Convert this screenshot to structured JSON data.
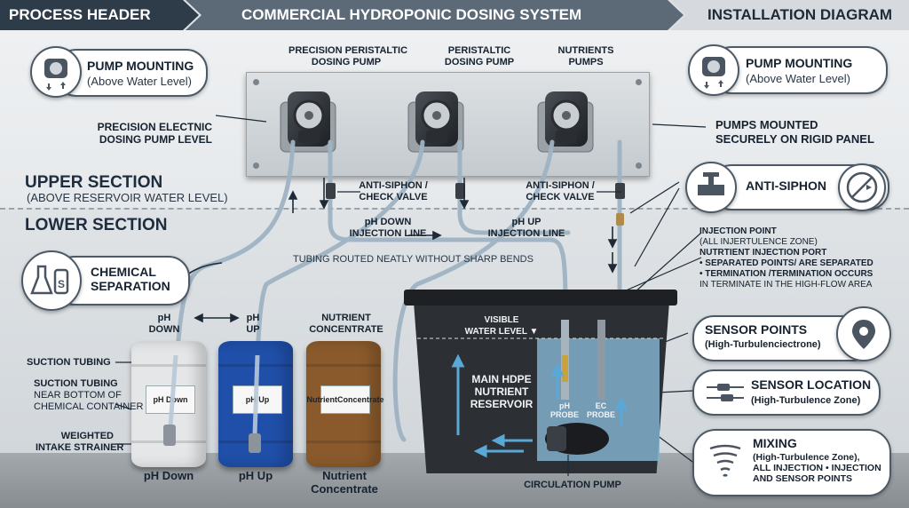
{
  "header": {
    "process": "PROCESS HEADER",
    "title": "COMMERCIAL HYDROPONIC DOSING SYSTEM",
    "install": "INSTALLATION DIAGRAM",
    "colors": {
      "dark": "#2e3b48",
      "mid": "#5c6a78",
      "light": "#d6dade"
    }
  },
  "sections": {
    "upper_title": "UPPER SECTION",
    "upper_sub": "(ABOVE RESERVOIR WATER LEVEL)",
    "lower_title": "LOWER SECTION"
  },
  "callouts": {
    "pump_mount_left": {
      "title": "PUMP MOUNTING",
      "sub": "(Above Water Level)",
      "icon": "pump-icon"
    },
    "pump_mount_right": {
      "title": "PUMP MOUNTING",
      "sub": "(Above Water Level)",
      "icon": "pump-icon"
    },
    "chemical_separation": {
      "line1": "CHEMICAL",
      "line2": "SEPARATION",
      "icon": "flask-icon"
    },
    "anti_siphon": {
      "title": "ANTI-SIPHON",
      "icon": "no-siphon-icon"
    },
    "sensor_points": {
      "title": "SENSOR POINTS",
      "sub": "(High-Turbulenciectrone)",
      "icon": "location-pin-icon"
    },
    "sensor_location": {
      "title": "SENSOR LOCATION",
      "sub": "(High-Turbulence Zone)",
      "icon": "probe-icon"
    },
    "mixing": {
      "title": "MIXING",
      "line1": "(High-Turbulence Zone),",
      "line2": "ALL INJECTION • INJECTION",
      "line3": "AND SENSOR POINTS",
      "icon": "tornado-icon"
    }
  },
  "pumps": {
    "label1_line1": "PRECISION PERISTALTIC",
    "label1_line2": "DOSING PUMP",
    "label2_line1": "PERISTALTIC",
    "label2_line2": "DOSING PUMP",
    "label3_line1": "NUTRIENTS",
    "label3_line2": "PUMPS",
    "level_line1": "PRECISION ELECTNIC",
    "level_line2": "DOSING PUMP LEVEL",
    "mounted_line1": "PUMPS MOUNTED",
    "mounted_line2": "SECURELY ON RIGID PANEL"
  },
  "lines": {
    "check1_line1": "ANTI-SIPHON /",
    "check1_line2": "CHECK VALVE",
    "check2_line1": "ANTI-SIPHON /",
    "check2_line2": "CHECK VALVE",
    "ph_down_line1": "pH DOWN",
    "ph_down_line2": "INJECTION LINE",
    "ph_up_line1": "pH UP",
    "ph_up_line2": "INJECTION LINE",
    "routing": "TUBING ROUTED NEATLY WITHOUT SHARP BENDS"
  },
  "injection": {
    "line1": "INJECTION POINT",
    "line2": "(ALL INJERTULENCE ZONE)",
    "line3": "NUTRTIENT INJECTION PORT",
    "line4": "• SEPARATED POINTS/ ARE SEPARATED",
    "line5": "• TERMINATION /TERMINATION OCCURS",
    "line6": "IN TERMINATE IN THE HIGH-FLOW AREA"
  },
  "containers": {
    "ph_down_top1": "pH",
    "ph_down_top2": "DOWN",
    "ph_up_top1": "pH",
    "ph_up_top2": "UP",
    "nutrient_top1": "NUTRIENT",
    "nutrient_top2": "CONCENTRATE",
    "ph_down_label": "pH Down",
    "ph_up_label": "pH Up",
    "nutrient_label1": "Nutrient",
    "nutrient_label2": "Concentrate",
    "ph_down_name": "pH Down",
    "ph_up_name": "pH Up",
    "nutrient_name1": "Nutrient",
    "nutrient_name2": "Concentrate",
    "colors": {
      "ph_down": "#e4e6e8",
      "ph_up": "#1f4fa8",
      "nutrient": "#8a5a2c"
    }
  },
  "left_labels": {
    "suction": "SUCTION TUBING",
    "suction2_line1": "SUCTION TUBING",
    "suction2_line2": "NEAR BOTTOM OF",
    "suction2_line3": "CHEMICAL CONTAINER",
    "weighted_line1": "WEIGHTED",
    "weighted_line2": "INTAKE STRAINER"
  },
  "reservoir": {
    "water_line1": "VISIBLE",
    "water_line2": "WATER LEVEL ▼",
    "main_line1": "MAIN HDPE",
    "main_line2": "NUTRIENT",
    "main_line3": "RESERVOIR",
    "ph_probe_line1": "pH",
    "ph_probe_line2": "PROBE",
    "ec_probe_line1": "EC",
    "ec_probe_line2": "PROBE",
    "circulation": "CIRCULATION PUMP"
  }
}
